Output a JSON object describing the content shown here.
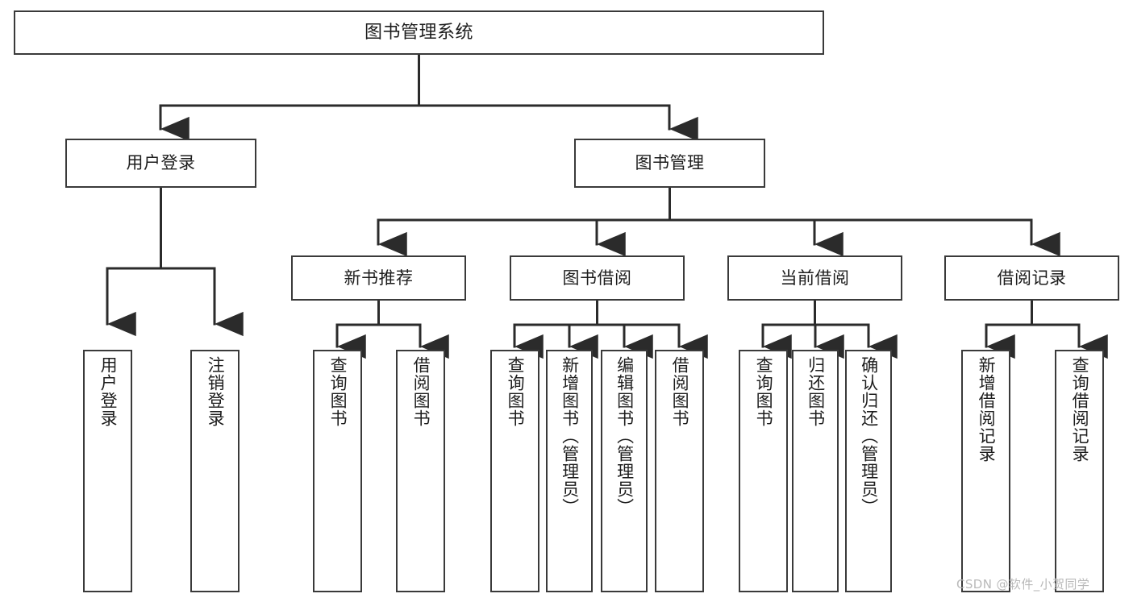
{
  "diagram": {
    "type": "tree",
    "title": "图书管理系统",
    "orientation": "top-down",
    "colors": {
      "box_border": "#3a3a3a",
      "box_fill": "#ffffff",
      "connector": "#2b2b2b",
      "text": "#1d1d1d",
      "watermark": "#b9b9b9",
      "background": "#ffffff"
    },
    "root": {
      "label": "图书管理系统"
    },
    "level2": [
      {
        "label": "用户登录"
      },
      {
        "label": "图书管理"
      }
    ],
    "level3": [
      {
        "label": "新书推荐"
      },
      {
        "label": "图书借阅"
      },
      {
        "label": "当前借阅"
      },
      {
        "label": "借阅记录"
      }
    ],
    "leaves": {
      "user_login": [
        {
          "label": "用户登录"
        },
        {
          "label": "注销登录"
        }
      ],
      "new_book_recommend": [
        {
          "label": "查询图书"
        },
        {
          "label": "借阅图书"
        }
      ],
      "book_borrow": [
        {
          "label": "查询图书"
        },
        {
          "label": "新增图书（管理员）"
        },
        {
          "label": "编辑图书（管理员）"
        },
        {
          "label": "借阅图书"
        }
      ],
      "current_borrow": [
        {
          "label": "查询图书"
        },
        {
          "label": "归还图书"
        },
        {
          "label": "确认归还（管理员）"
        }
      ],
      "borrow_record": [
        {
          "label": "新增借阅记录"
        },
        {
          "label": "查询借阅记录"
        }
      ]
    }
  },
  "watermark": {
    "text": "CSDN @软件_小贺同学"
  }
}
